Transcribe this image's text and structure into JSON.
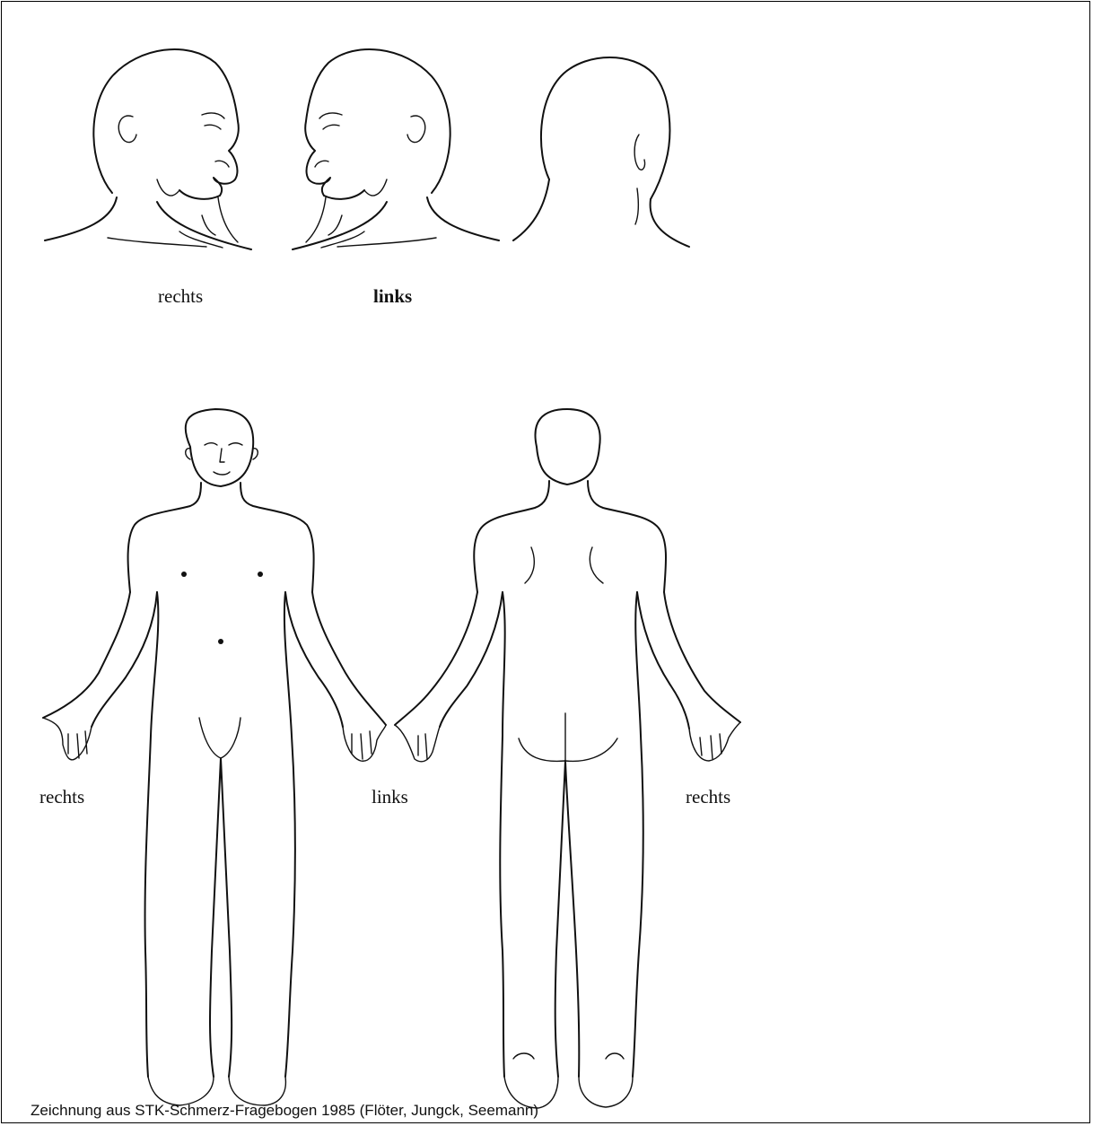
{
  "labels": {
    "head_right": "rechts",
    "head_left": "links",
    "body_front_right": "rechts",
    "body_center_left": "links",
    "body_back_right": "rechts"
  },
  "caption": "Zeichnung aus STK-Schmerz-Fragebogen 1985 (Flöter, Jungck, Seemann)",
  "figures": [
    "head-right-profile",
    "head-left-profile",
    "head-back-view",
    "body-front-view",
    "body-back-view"
  ],
  "colors": {
    "line": "#111111",
    "background": "#ffffff"
  }
}
